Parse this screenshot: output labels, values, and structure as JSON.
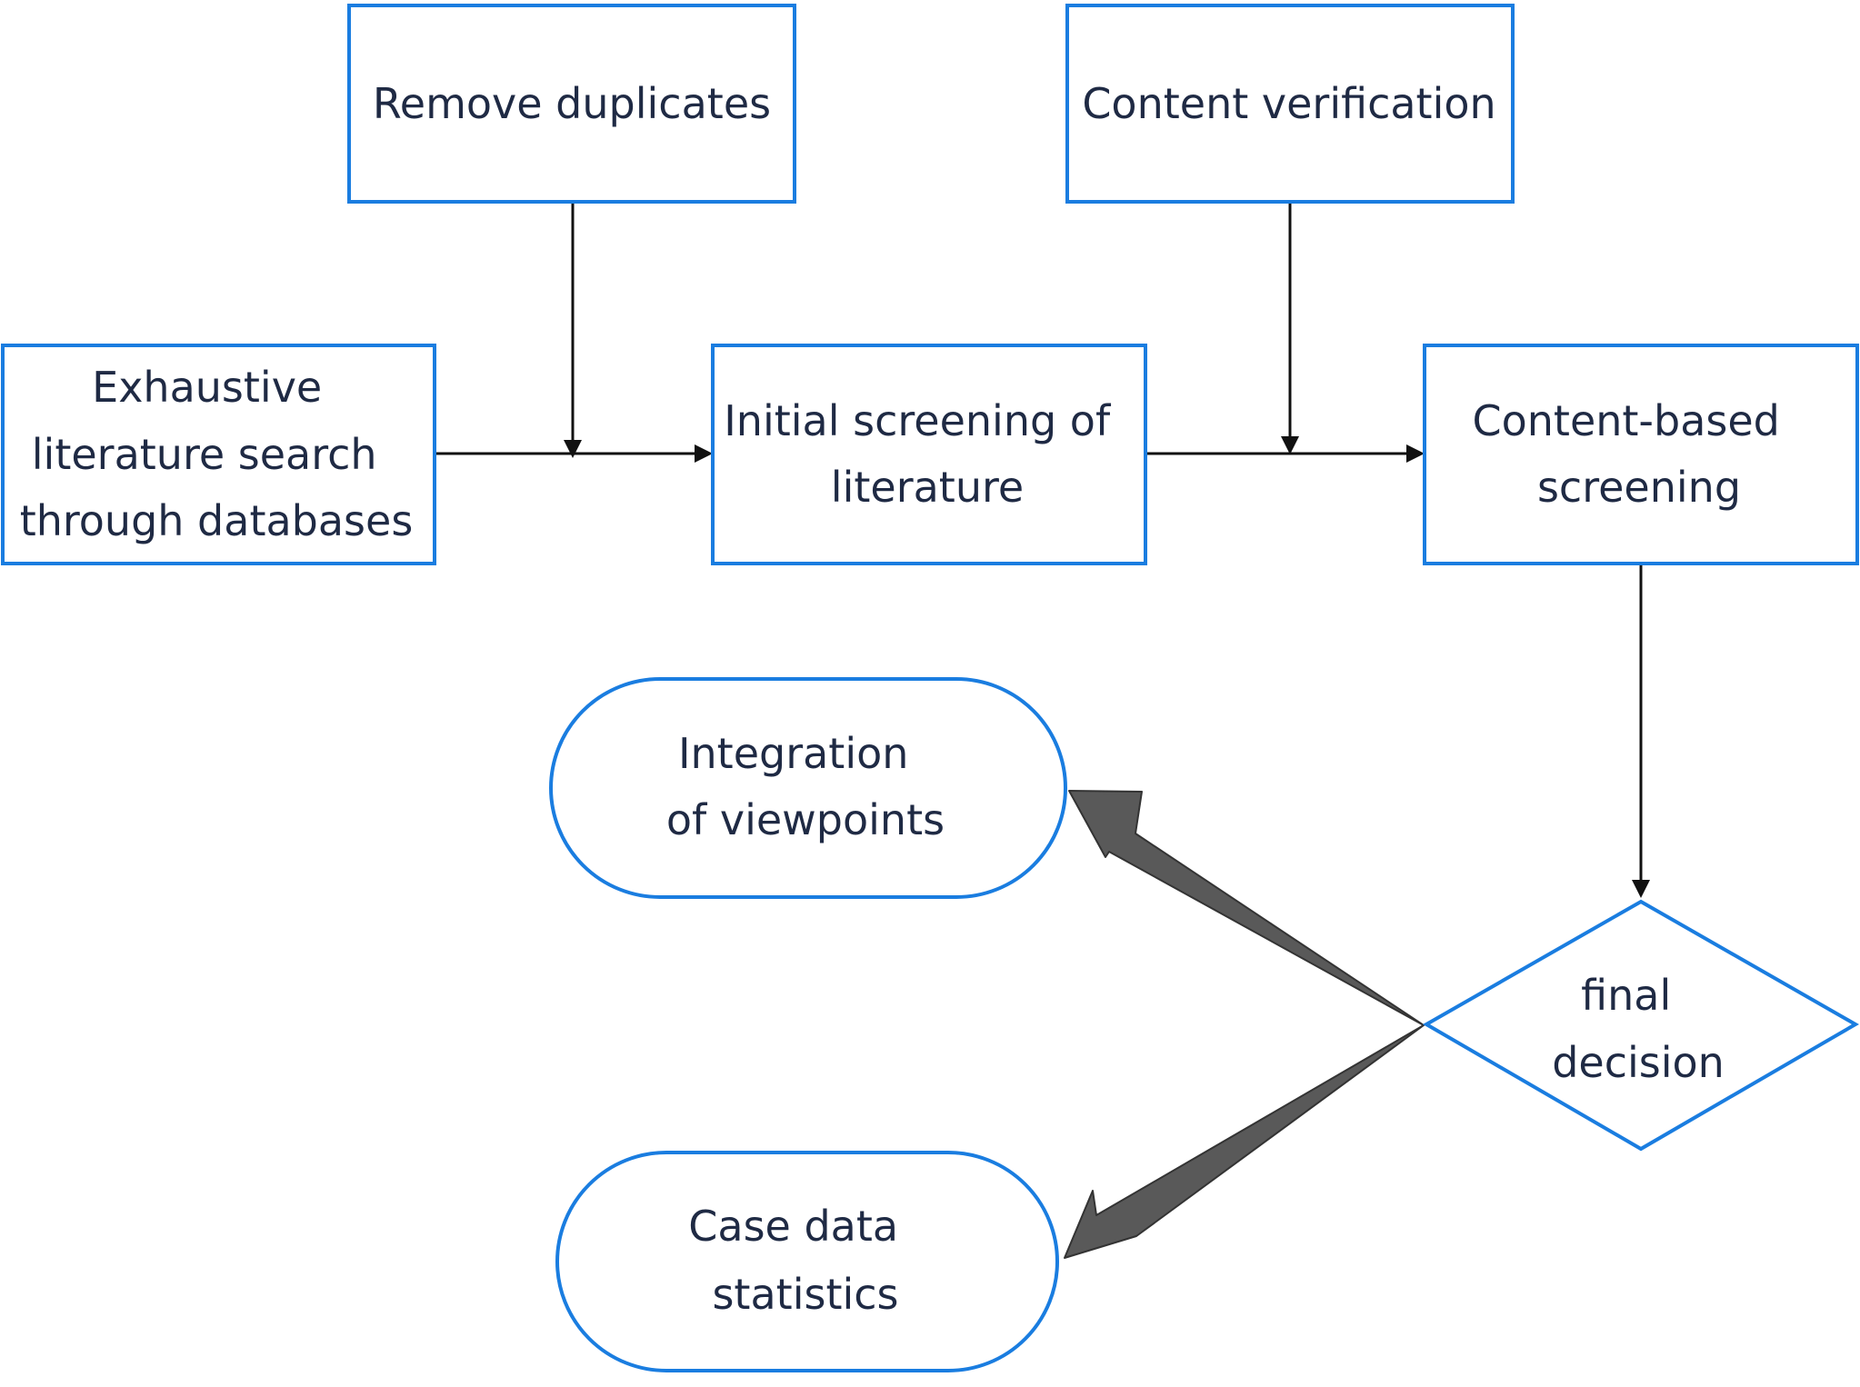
{
  "nodes": {
    "remove_duplicates": {
      "lines": [
        "Remove duplicates"
      ]
    },
    "content_verification": {
      "lines": [
        "Content verification"
      ]
    },
    "exhaustive_search": {
      "lines": [
        "Exhaustive",
        "literature search",
        "through databases"
      ]
    },
    "initial_screening": {
      "lines": [
        "Initial screening of",
        "literature"
      ]
    },
    "content_screening": {
      "lines": [
        "Content-based",
        "screening"
      ]
    },
    "integration": {
      "lines": [
        "Integration",
        "of viewpoints"
      ]
    },
    "case_data": {
      "lines": [
        "Case data",
        "statistics"
      ]
    },
    "final_decision": {
      "lines": [
        "final",
        "decision"
      ]
    }
  },
  "colors": {
    "node_border": "#1a7de0",
    "node_text": "#1f2a44",
    "connector": "#111111",
    "big_arrow": "#595959"
  }
}
